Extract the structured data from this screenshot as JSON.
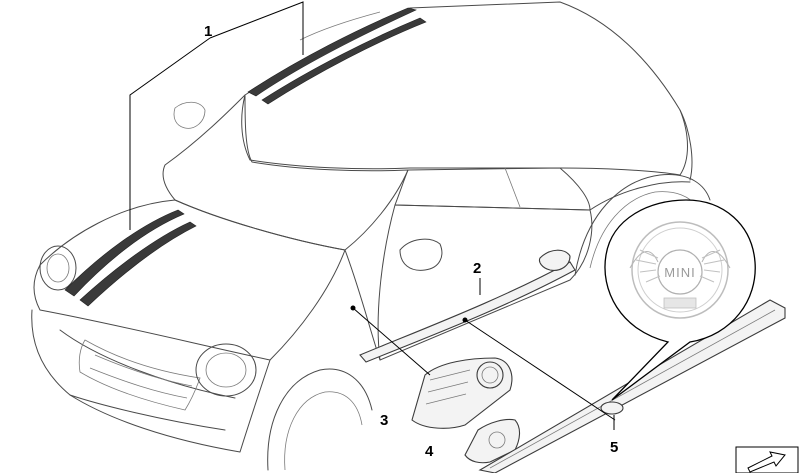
{
  "callouts": {
    "c1": "1",
    "c2": "2",
    "c3": "3",
    "c4": "4",
    "c5": "5"
  },
  "badge": {
    "brand": "MINI"
  },
  "icons": {
    "car": "car-outline-icon",
    "badge": "mini-wings-badge-icon",
    "arrow": "next-arrow-icon"
  },
  "colors": {
    "stroke": "#4a4a4a",
    "stripe": "#3a3a3a",
    "leader": "#000000"
  }
}
